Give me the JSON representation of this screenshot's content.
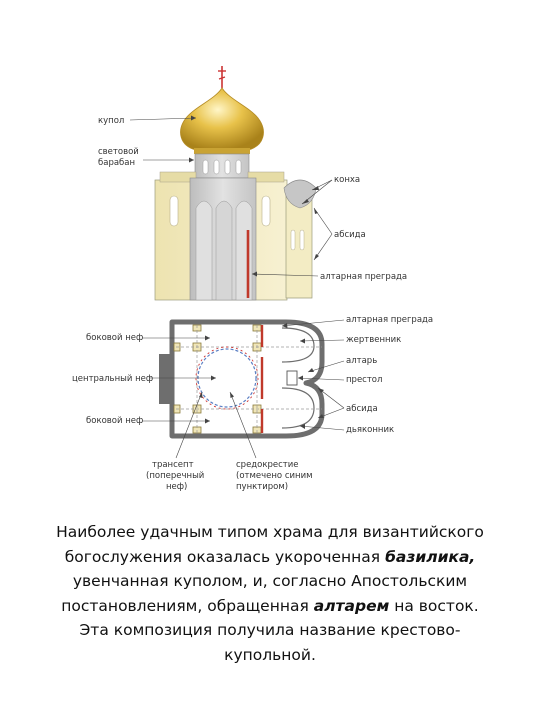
{
  "elevation_labels": {
    "kupol": "купол",
    "svetovoy_baraban_1": "световой",
    "svetovoy_baraban_2": "барабан",
    "konkha": "конха",
    "absida": "абсида",
    "altarnaya_pregrada": "алтарная преграда"
  },
  "plan_labels": {
    "altarnaya_pregrada": "алтарная преграда",
    "zhertvennik": "жертвенник",
    "altar": "алтарь",
    "prestol": "престол",
    "absida": "абсида",
    "diakonnik": "дьяконник",
    "bokovoy_nef_top": "боковой неф",
    "centralny_nef": "центральный неф",
    "bokovoy_nef_bottom": "боковой неф",
    "transept_1": "трансепт",
    "transept_2": "(поперечный",
    "transept_3": "неф)",
    "sredokrestie_1": "средокрестие",
    "sredokrestie_2": "(отмечено синим",
    "sredokrestie_3": "пунктиром)"
  },
  "caption": {
    "line1": "Наиболее удачным типом храма для византийского",
    "line2_pre": "богослужения оказалась укороченная ",
    "line2_em": "базилика,",
    "line3": "увенчанная куполом, и, согласно Апостольским",
    "line4_pre": "постановлениям, обращенная ",
    "line4_em": "алтарем",
    "line4_post": " на восток.",
    "line5": "Эта композиция получила название крестово-",
    "line6": "купольной."
  },
  "colors": {
    "dome_gold": "#d8b030",
    "wall_cream": "#f3ecc4",
    "inner_gray": "#cfcfcf",
    "plan_outline": "#6e6e6e",
    "altar_screen_red": "#c0392b",
    "crossing_blue": "#5b7fc4",
    "cross_red": "#cc3333"
  }
}
